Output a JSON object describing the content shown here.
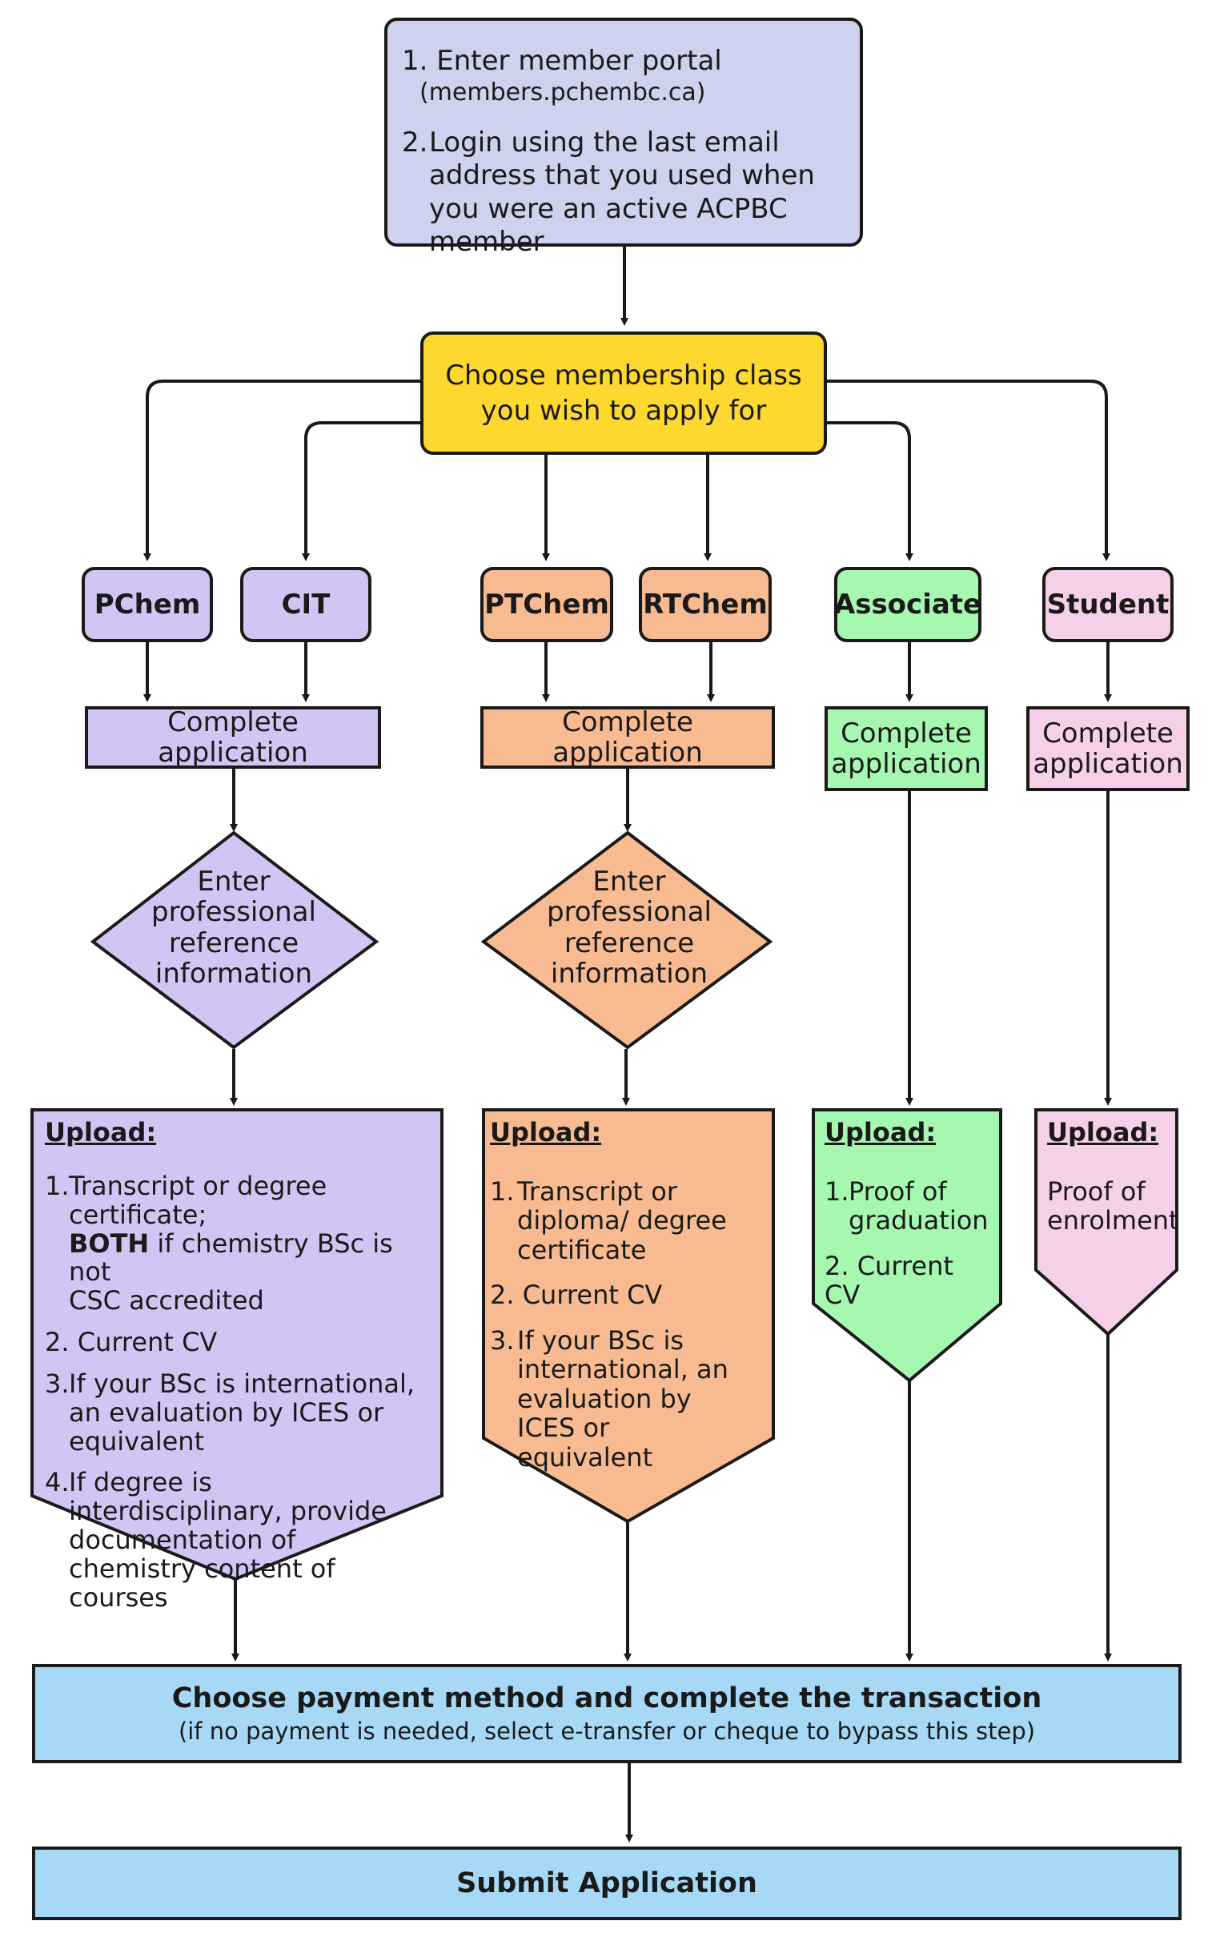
{
  "colors": {
    "outline": "#1a1a1a",
    "portal": "#cdd2ee",
    "choose": "#fdd82f",
    "purple": "#d2c5f4",
    "orange": "#f8bb91",
    "green": "#a6f8b0",
    "pink": "#f6cfe9",
    "blue": "#a7d9f6"
  },
  "portal": {
    "step1": "1. Enter member portal",
    "step1_sub": "(members.pchembc.ca)",
    "step2_num": "2.",
    "step2": "Login using the last email address that you used when you were an active ACPBC member"
  },
  "choose": {
    "line1": "Choose membership class",
    "line2": "you wish to apply for"
  },
  "classes": {
    "pchem": "PChem",
    "cit": "CIT",
    "ptchem": "PTChem",
    "rtchem": "RTChem",
    "associate": "Associate",
    "student": "Student"
  },
  "apply": {
    "purple": "Complete application",
    "orange": "Complete application",
    "green_l1": "Complete",
    "green_l2": "application",
    "pink_l1": "Complete",
    "pink_l2": "application"
  },
  "reference": {
    "purple": [
      "Enter",
      "professional",
      "reference",
      "information"
    ],
    "orange": [
      "Enter",
      "professional",
      "reference",
      "information"
    ]
  },
  "upload": {
    "title": "Upload:",
    "purple": {
      "i1_num": "1.",
      "i1_a": "Transcript or degree certificate;",
      "i1_bold": "BOTH",
      "i1_b": " if chemistry BSc is not",
      "i1_c": "CSC accredited",
      "i2": "2. Current CV",
      "i3_num": "3.",
      "i3": "If your BSc is international, an evaluation by ICES or equivalent",
      "i4_num": "4.",
      "i4": "If degree is interdisciplinary, provide documentation of chemistry content of courses"
    },
    "orange": {
      "i1_num": "1.",
      "i1": "Transcript or diploma/ degree certificate",
      "i2": "2. Current CV",
      "i3_num": "3.",
      "i3": "If your BSc is international, an evaluation by ICES or equivalent"
    },
    "green": {
      "i1_num": "1.",
      "i1": "Proof of graduation",
      "i2": "2. Current CV"
    },
    "pink": {
      "i1": "Proof of enrolment"
    }
  },
  "payment": {
    "title": "Choose payment method and complete the transaction",
    "subtitle": "(if no payment is needed, select e-transfer or cheque to bypass this step)"
  },
  "submit": {
    "label": "Submit Application"
  }
}
